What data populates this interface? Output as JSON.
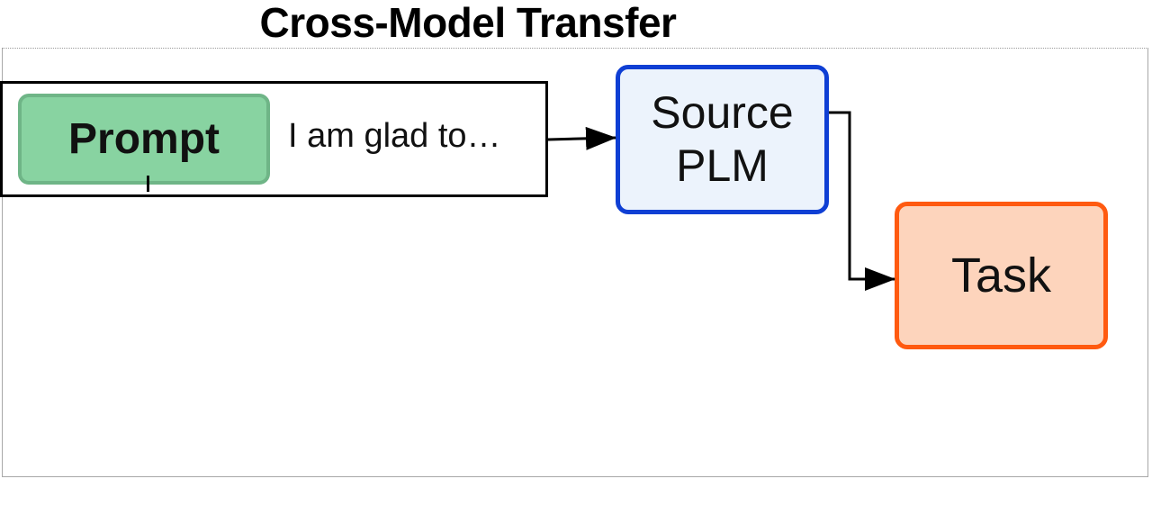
{
  "title": "Cross-Model Transfer",
  "input": {
    "prompt_label": "Prompt",
    "text": "I am glad to…"
  },
  "source_model": {
    "line1": "Source",
    "line2": "PLM"
  },
  "task": {
    "label": "Task"
  },
  "colors": {
    "prompt_fill": "#88d3a1",
    "prompt_border": "#6fb587",
    "source_fill": "#ecf3fc",
    "source_border": "#0f3fd4",
    "task_fill": "#fdd4bc",
    "task_border": "#ff5a10"
  },
  "edges": [
    {
      "from": "input",
      "to": "source_model"
    },
    {
      "from": "source_model",
      "to": "task"
    }
  ]
}
